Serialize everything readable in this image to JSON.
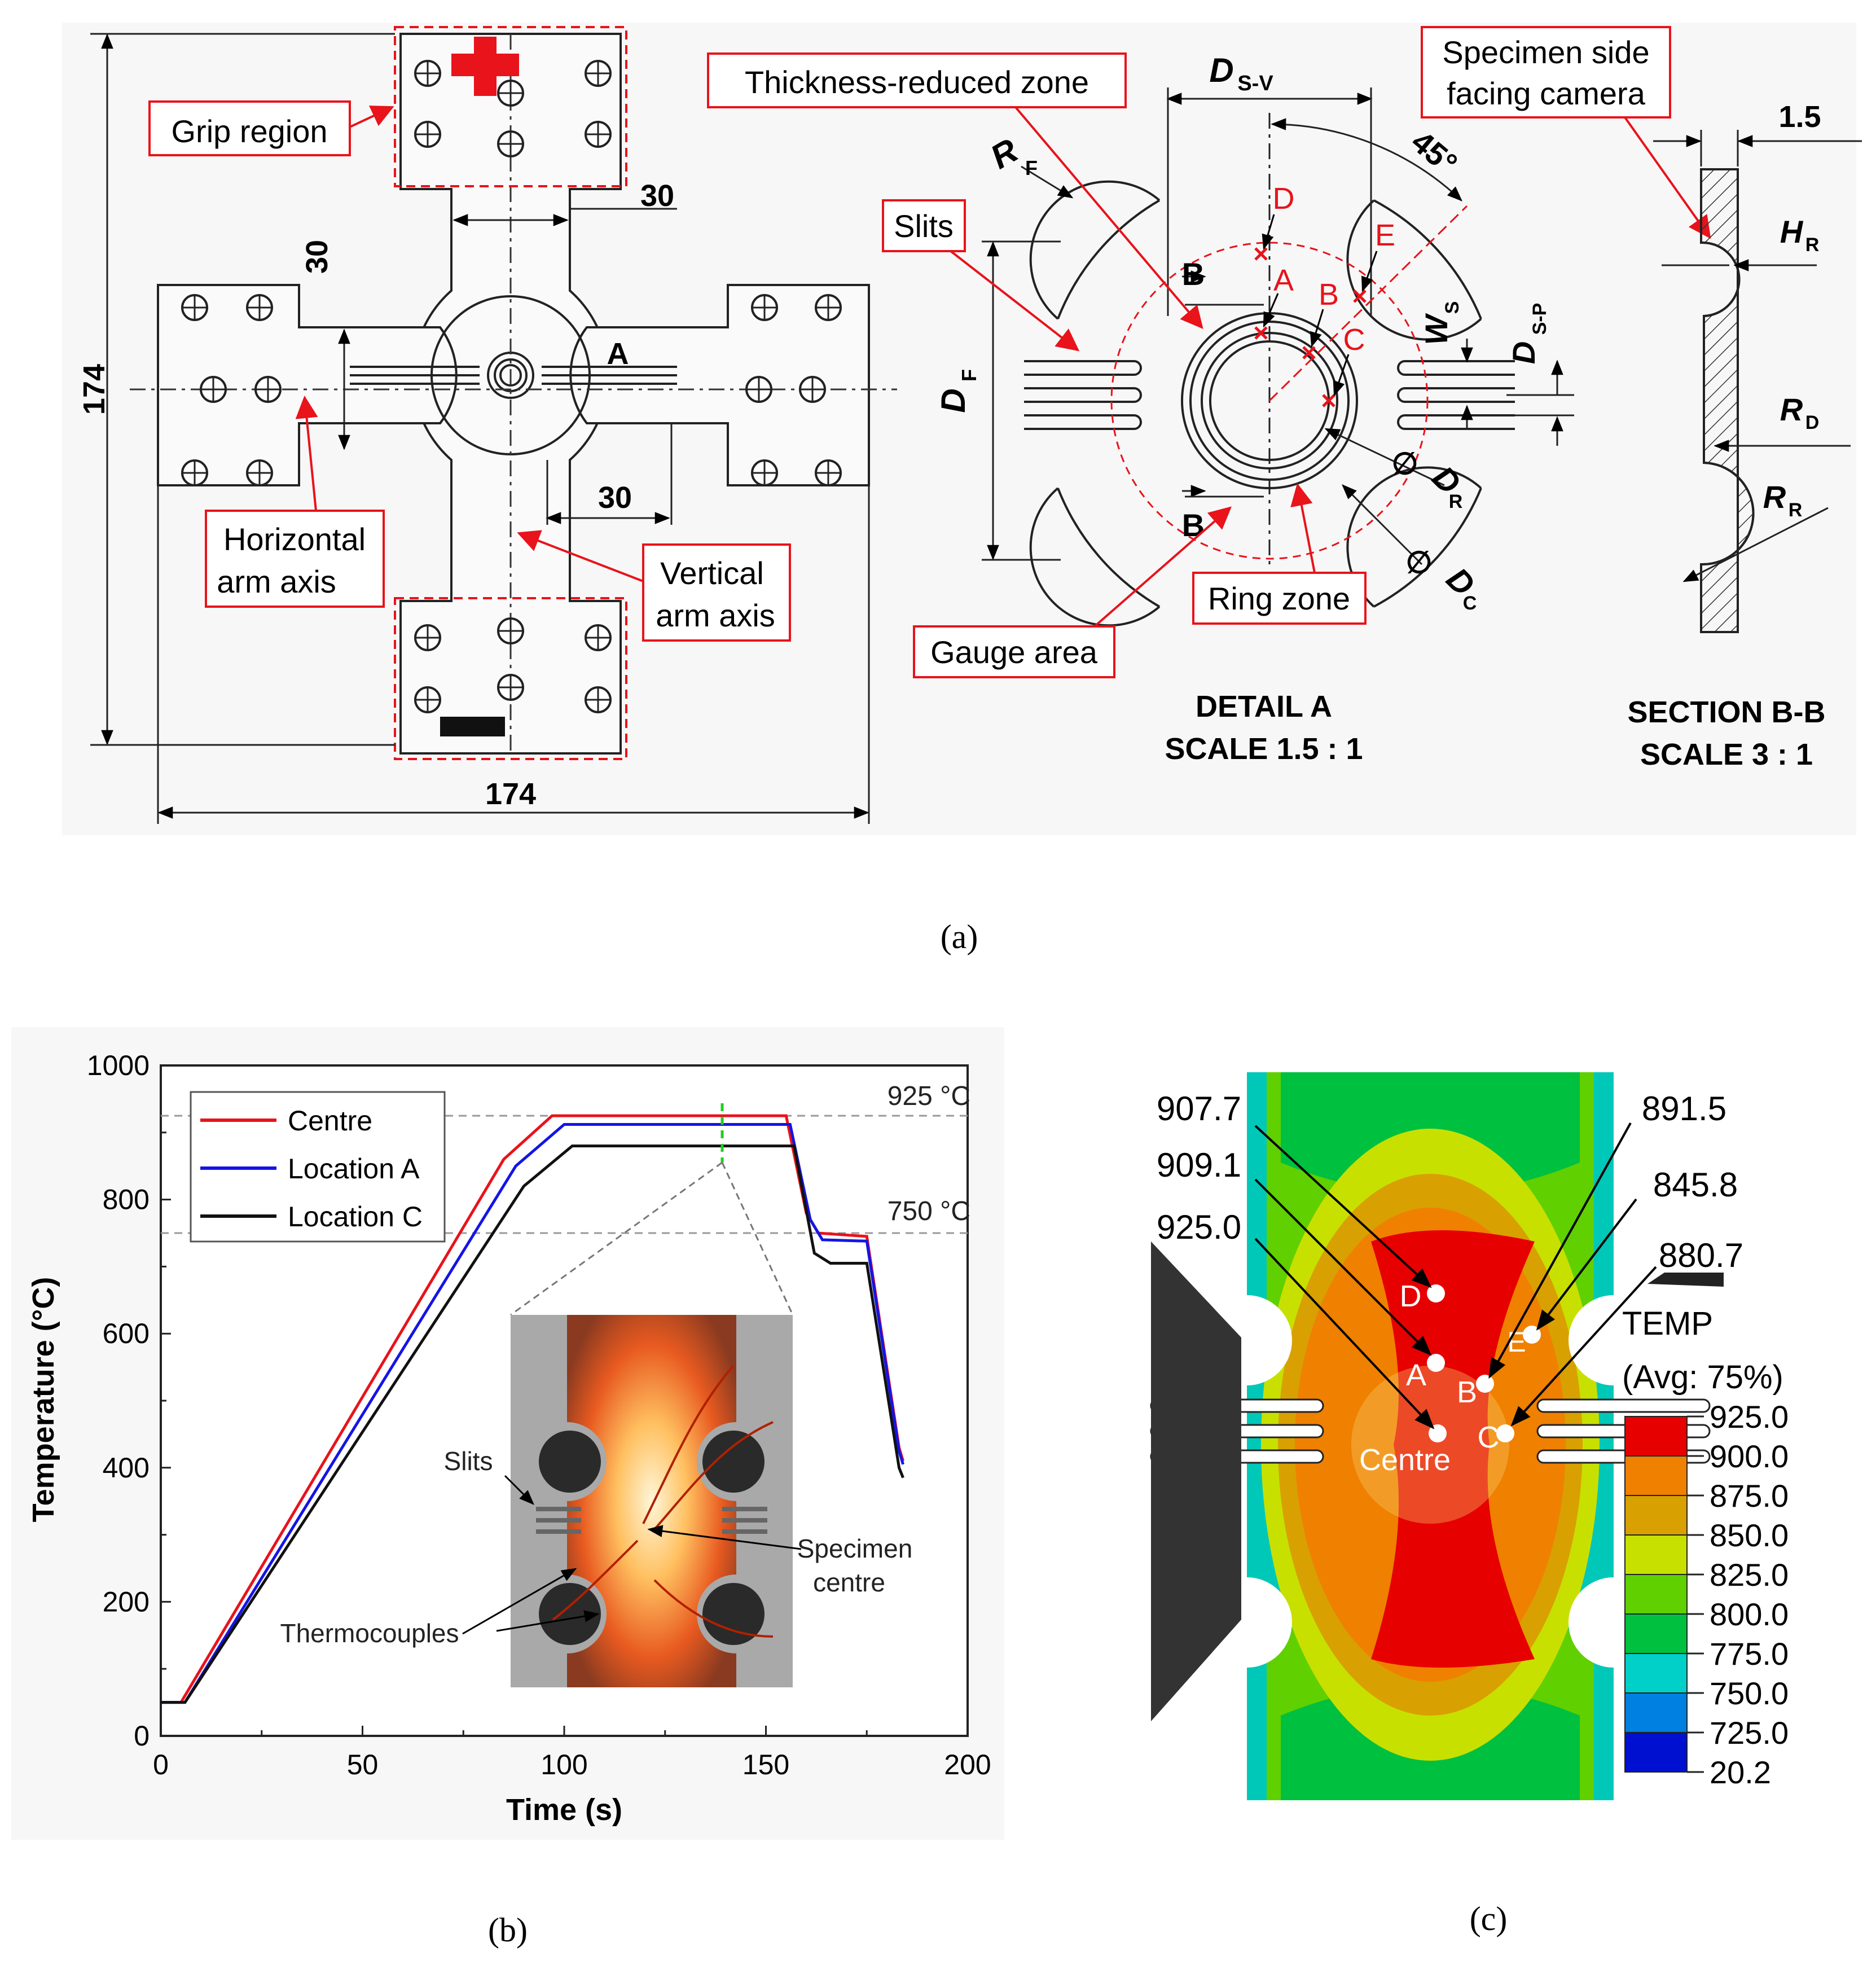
{
  "panel_a": {
    "caption": "(a)",
    "dim_total_v": "174",
    "dim_total_h": "174",
    "dim_30_top": "30",
    "dim_30_left": "30",
    "dim_30_bottom": "30",
    "label_A": "A",
    "callout_grip": "Grip region",
    "callout_horizontal_1": "Horizontal",
    "callout_horizontal_2": "arm axis",
    "callout_vertical_1": "Vertical",
    "callout_vertical_2": "arm axis",
    "callout_thickness": "Thickness-reduced zone",
    "callout_slits": "Slits",
    "callout_camera_1": "Specimen side",
    "callout_camera_2": "facing camera",
    "callout_gauge": "Gauge area",
    "callout_ring": "Ring zone",
    "detail_title": "DETAIL A",
    "detail_scale": "SCALE 1.5 : 1",
    "section_title": "SECTION B-B",
    "section_scale": "SCALE 3 : 1",
    "dim_DSV_main": "D",
    "dim_DSV_sub": "S-V",
    "dim_45": "45°",
    "dim_RF_main": "R",
    "dim_RF_sub": "F",
    "dim_DF_main": "D",
    "dim_DF_sub": "F",
    "dim_WS_main": "W",
    "dim_WS_sub": "S",
    "dim_DSP_main": "D",
    "dim_DSP_sub": "S-P",
    "dim_DR_main": "D",
    "dim_DR_sub": "R",
    "dim_DC_main": "D",
    "dim_DC_sub": "C",
    "dim_15": "1.5",
    "dim_HR_main": "H",
    "dim_HR_sub": "R",
    "dim_RD_main": "R",
    "dim_RD_sub": "D",
    "dim_RR_main": "R",
    "dim_RR_sub": "R",
    "section_B": "B",
    "points": [
      "D",
      "E",
      "A",
      "B",
      "C"
    ]
  },
  "panel_b": {
    "caption": "(b)",
    "inset_slits": "Slits",
    "inset_centre_1": "Specimen",
    "inset_centre_2": "centre",
    "inset_thermocouples": "Thermocouples",
    "ref_925": "925 °C",
    "ref_750": "750 °C"
  },
  "panel_c": {
    "caption": "(c)",
    "legend_title": "TEMP",
    "legend_subtitle": "(Avg: 75%)",
    "legend_levels": [
      "925.0",
      "900.0",
      "875.0",
      "850.0",
      "825.0",
      "800.0",
      "775.0",
      "750.0",
      "725.0",
      "20.2"
    ],
    "legend_colors": [
      "#e60000",
      "#f08000",
      "#d8a000",
      "#c8e000",
      "#60d000",
      "#00c040",
      "#00d0c8",
      "#0080e0",
      "#0010d0",
      "#333333"
    ],
    "value_labels": [
      "907.7",
      "909.1",
      "925.0",
      "891.5",
      "845.8",
      "880.7"
    ],
    "point_labels": [
      "D",
      "A",
      "Centre",
      "B",
      "E",
      "C"
    ]
  },
  "chart_data": {
    "type": "line",
    "title": "",
    "xlabel": "Time (s)",
    "ylabel": "Temperature (°C)",
    "xlim": [
      0,
      200
    ],
    "ylim": [
      0,
      1000
    ],
    "xticks": [
      "0",
      "50",
      "100",
      "150",
      "200"
    ],
    "yticks": [
      "0",
      "200",
      "400",
      "600",
      "800",
      "1000"
    ],
    "grid": false,
    "legend_position": "top-left",
    "series": [
      {
        "name": "Centre",
        "color": "#e8131b",
        "x": [
          0,
          5,
          85,
          97,
          155,
          160,
          163,
          175,
          183,
          184
        ],
        "y": [
          50,
          50,
          860,
          925,
          925,
          780,
          750,
          745,
          430,
          410
        ]
      },
      {
        "name": "Location A",
        "color": "#1414e6",
        "x": [
          0,
          6,
          88,
          100,
          156,
          161,
          164,
          175,
          183,
          184
        ],
        "y": [
          50,
          50,
          850,
          912,
          912,
          770,
          740,
          738,
          425,
          405
        ]
      },
      {
        "name": "Location C",
        "color": "#111111",
        "x": [
          0,
          6,
          90,
          102,
          157,
          162,
          166,
          175,
          183,
          184
        ],
        "y": [
          50,
          50,
          820,
          880,
          880,
          720,
          705,
          705,
          400,
          385
        ]
      }
    ],
    "annotations": [
      "925 °C",
      "750 °C"
    ]
  }
}
